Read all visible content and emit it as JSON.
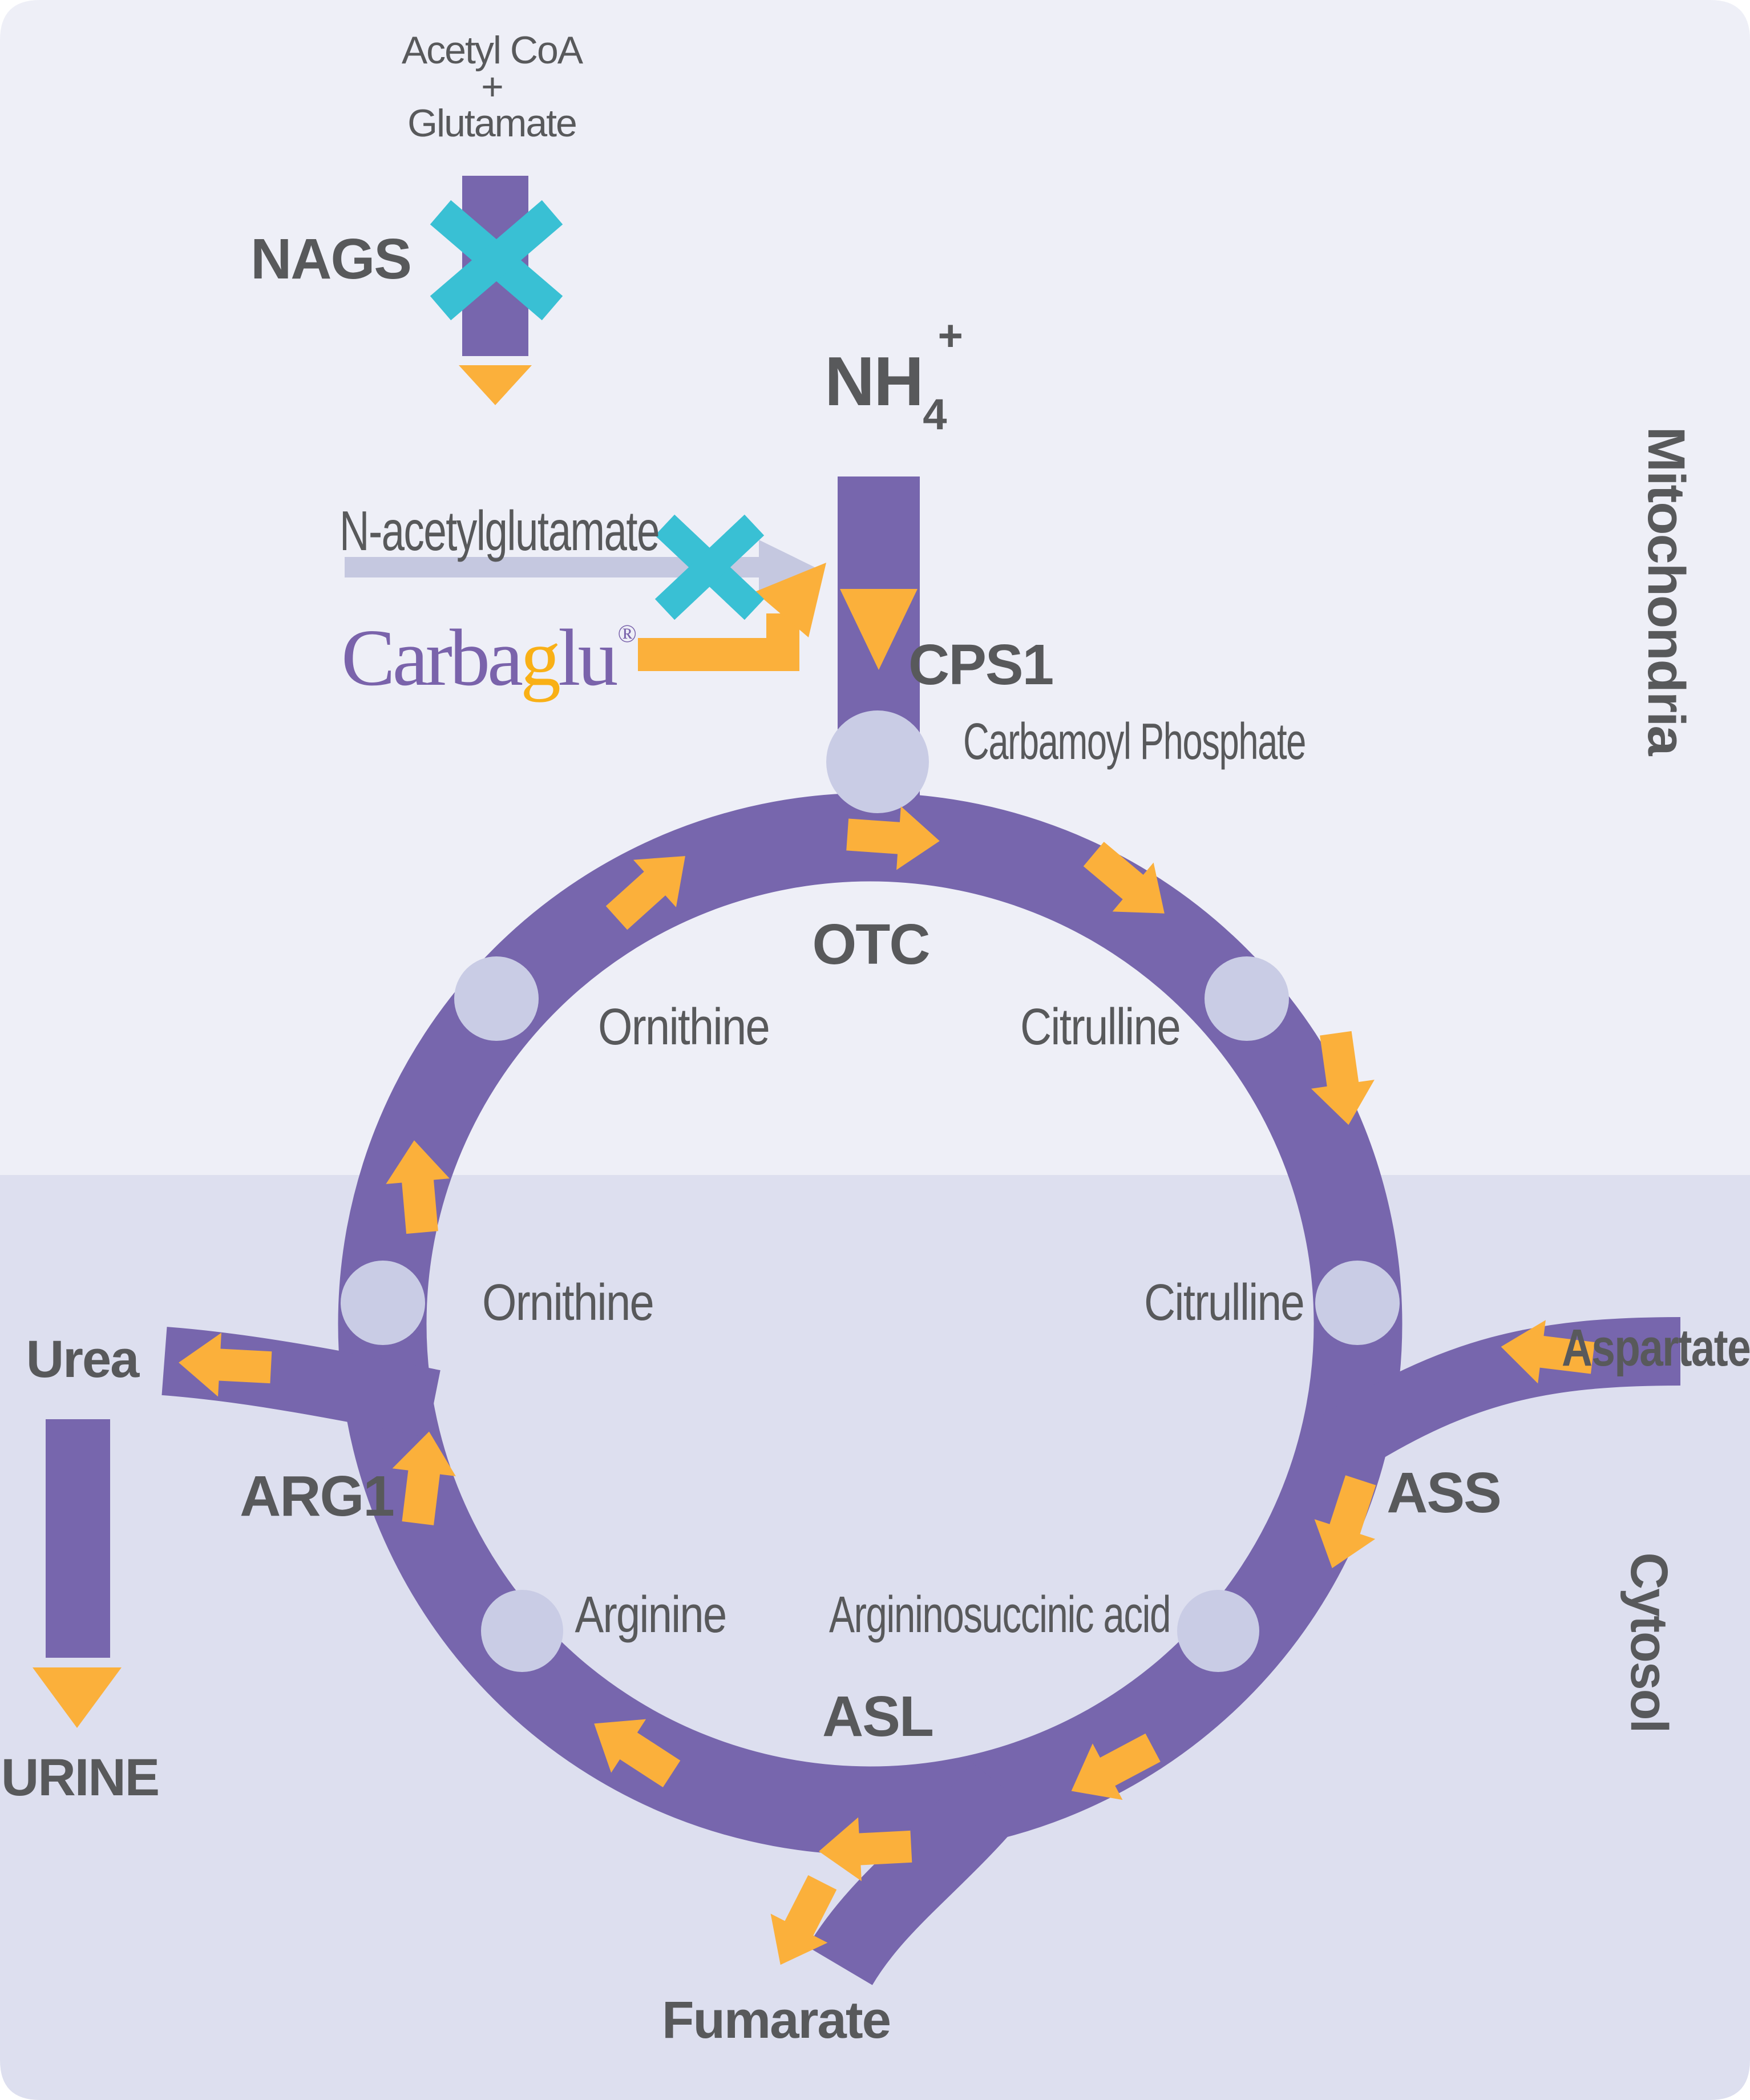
{
  "colors": {
    "purple_pathway": "#7766AD",
    "orange_arrow": "#FBB03B",
    "teal_block_x": "#39C0D4",
    "node_lavender": "#C9CCE5",
    "blocked_arrow_lavender": "#C5C8E0",
    "bg_mitochondria": "#EEEFF7",
    "bg_cytosol": "#DDDFEF",
    "text_gray": "#58595B",
    "carbaglu_purple": "#7A63AB",
    "carbaglu_orange": "#F9B016"
  },
  "regions": {
    "mitochondria": "Mitochondria",
    "cytosol": "Cytosol"
  },
  "nags_pathway": {
    "substrate_1": "Acetyl CoA",
    "plus": "+",
    "substrate_2": "Glutamate",
    "enzyme": "NAGS",
    "product": "N-acetylglutamate"
  },
  "carbaglu": {
    "part_1": "Carba",
    "part_2": "g",
    "part_3": "lu",
    "registered_mark": "®"
  },
  "cps1_pathway": {
    "ammonia_main": "NH",
    "ammonia_subscript": "4",
    "ammonia_superscript": "+",
    "enzyme": "CPS1",
    "product": "Carbamoyl Phosphate"
  },
  "cycle": {
    "enzyme_otc": "OTC",
    "enzyme_ass": "ASS",
    "enzyme_asl": "ASL",
    "enzyme_arg1": "ARG1",
    "ornithine_mitochondria": "Ornithine",
    "citrulline_mitochondria": "Citrulline",
    "ornithine_cytosol": "Ornithine",
    "citrulline_cytosol": "Citrulline",
    "arginine": "Arginine",
    "argininosuccinic_acid": "Argininosuccinic acid"
  },
  "io": {
    "aspartate": "Aspartate",
    "fumarate": "Fumarate",
    "urea": "Urea",
    "urine": "URINE"
  }
}
